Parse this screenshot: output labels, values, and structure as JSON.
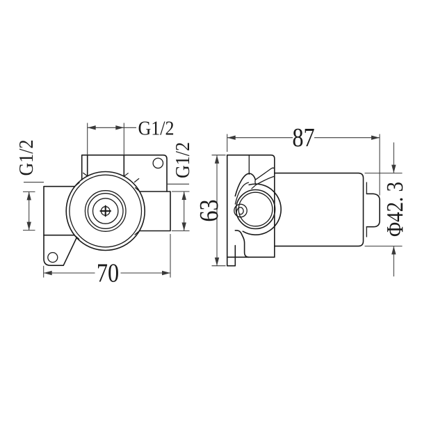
{
  "views": {
    "front": {
      "dim_top_thread": "G1/2",
      "dim_left_thread": "G1/2",
      "dim_right_thread": "G1/2",
      "dim_width": "70"
    },
    "side": {
      "dim_length": "87",
      "dim_height": "63",
      "dim_diameter": "Φ42. 3"
    }
  },
  "colors": {
    "line": "#1a1a1a",
    "dimension": "#3a3a3a",
    "text": "#1a1a1a",
    "background": "#ffffff"
  }
}
